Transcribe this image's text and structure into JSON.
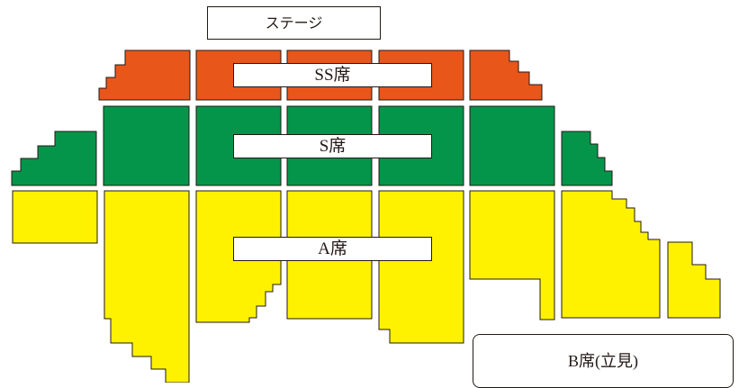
{
  "stage": {
    "label": "ステージ"
  },
  "sections": {
    "ss": {
      "label": "SS席",
      "color": "#e8561a"
    },
    "s": {
      "label": "S席",
      "color": "#05954a"
    },
    "a": {
      "label": "A席",
      "color": "#fff200"
    },
    "b": {
      "label": "B席(立見)"
    }
  },
  "outline_color": "#231815"
}
